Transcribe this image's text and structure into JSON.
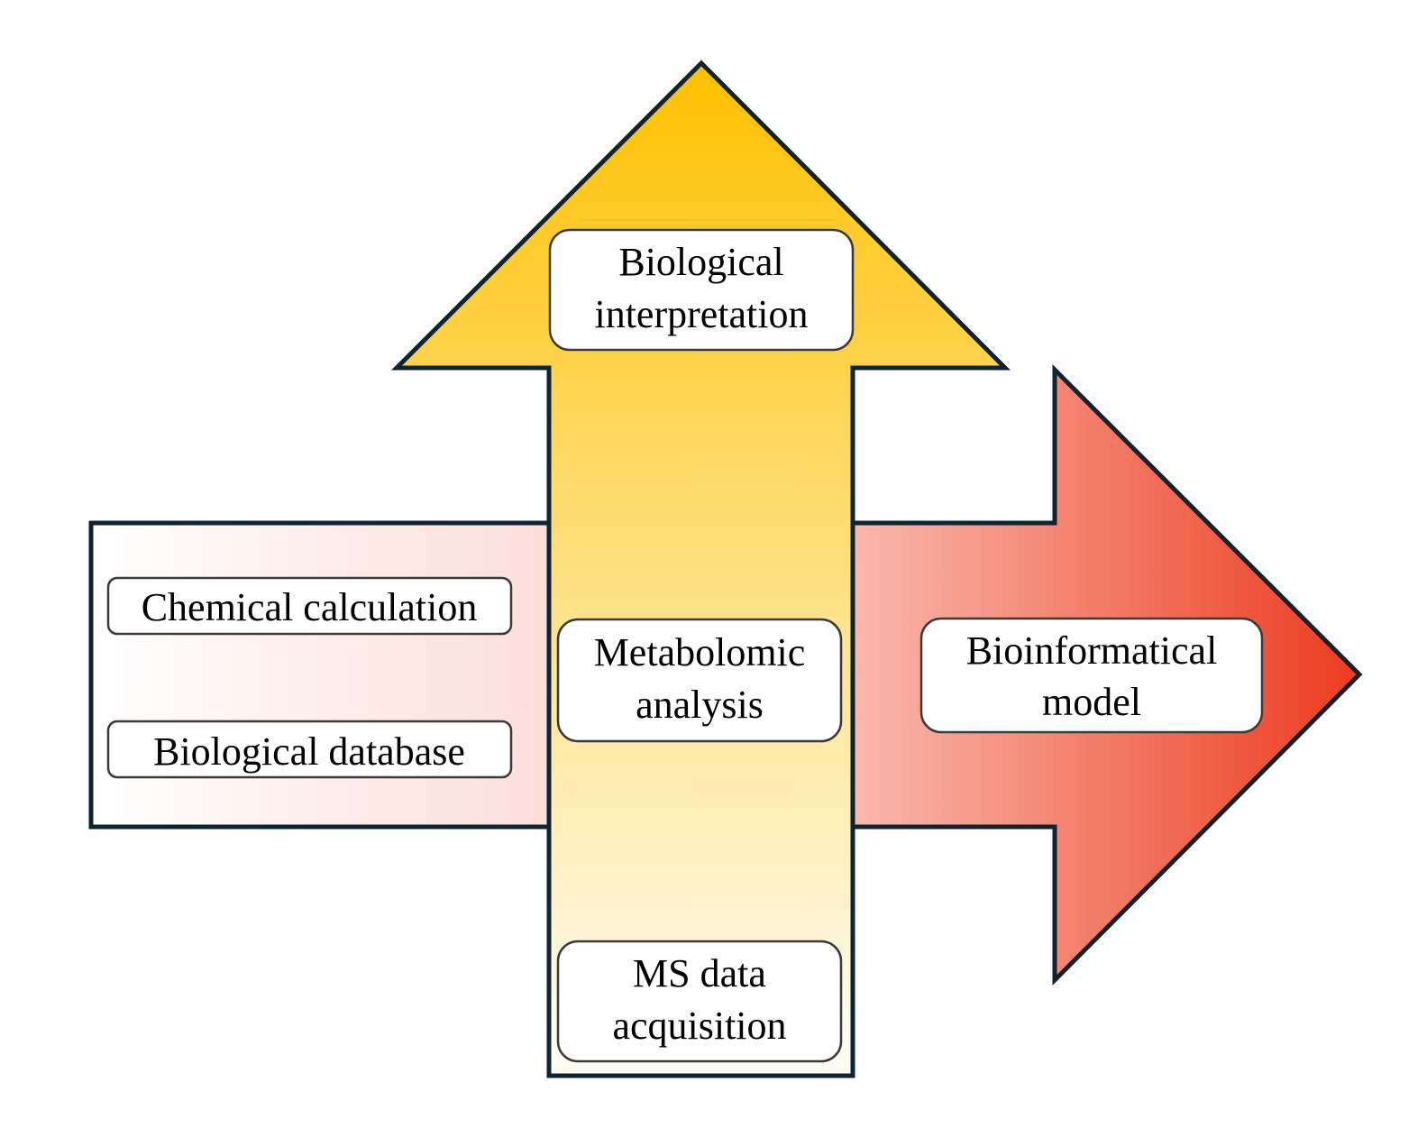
{
  "colors": {
    "outline": "#0f2433",
    "vertical_top": "#ffc000",
    "vertical_bottom": "#fffdf5",
    "left_start": "#ffffff",
    "left_end": "#fbdcd7",
    "right_start": "#f9b9ad",
    "right_end": "#eb3b1e",
    "box_border": "#3a3a3a",
    "box_fill": "#ffffff"
  },
  "boxes": {
    "biological_interpretation": {
      "line1": "Biological",
      "line2": "interpretation"
    },
    "metabolomic_analysis": {
      "line1": "Metabolomic",
      "line2": "analysis"
    },
    "ms_data_acquisition": {
      "line1": "MS data",
      "line2": "acquisition"
    },
    "bioinformatical_model": {
      "line1": "Bioinformatical",
      "line2": "model"
    },
    "chemical_calculation": {
      "line1": "Chemical calculation"
    },
    "biological_database": {
      "line1": "Biological database"
    }
  }
}
